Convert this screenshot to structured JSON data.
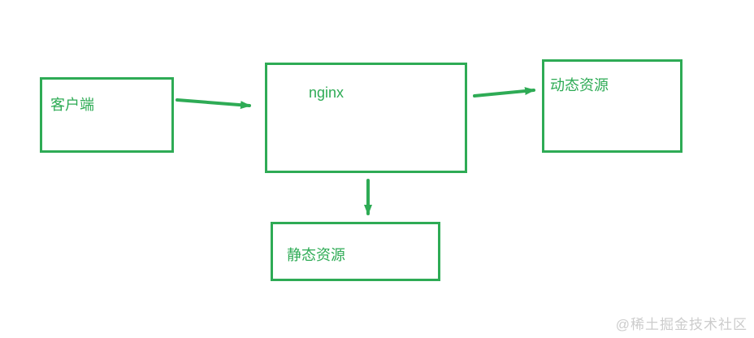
{
  "diagram": {
    "accent_color": "#2eab55",
    "nodes": [
      {
        "id": "client",
        "label": "客户端"
      },
      {
        "id": "nginx",
        "label": "nginx"
      },
      {
        "id": "dynamic",
        "label": "动态资源"
      },
      {
        "id": "static",
        "label": "静态资源"
      }
    ],
    "edges": [
      {
        "from": "client",
        "to": "nginx",
        "direction": "right"
      },
      {
        "from": "nginx",
        "to": "dynamic",
        "direction": "right"
      },
      {
        "from": "nginx",
        "to": "static",
        "direction": "down"
      }
    ]
  },
  "watermark": {
    "text": "@稀土掘金技术社区",
    "color": "#cccccc"
  }
}
